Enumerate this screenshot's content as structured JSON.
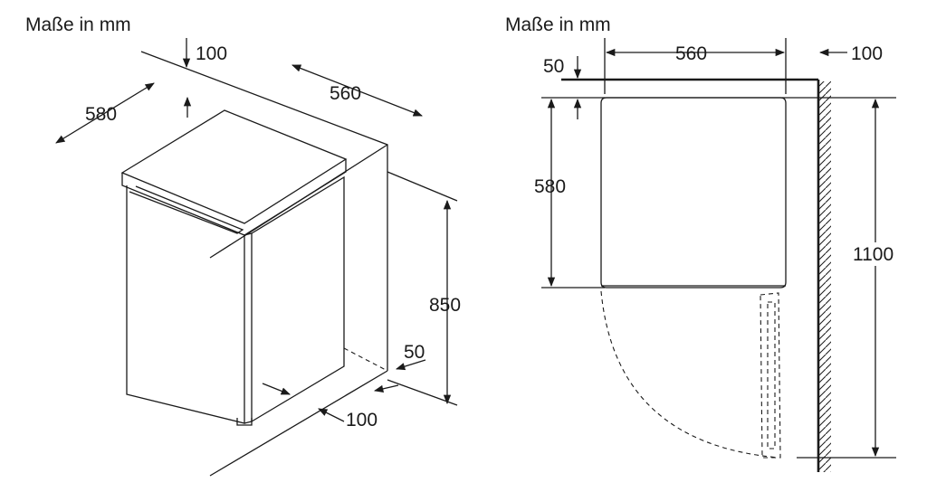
{
  "left": {
    "title": "Maße in mm",
    "dims": {
      "top_gap": "100",
      "width": "560",
      "depth": "580",
      "height": "850",
      "bottom_gap": "50",
      "bottom_depth": "100"
    }
  },
  "right": {
    "title": "Maße in mm",
    "dims": {
      "top_gap": "50",
      "width": "560",
      "side_gap": "100",
      "depth": "580",
      "total_depth": "1100"
    }
  }
}
